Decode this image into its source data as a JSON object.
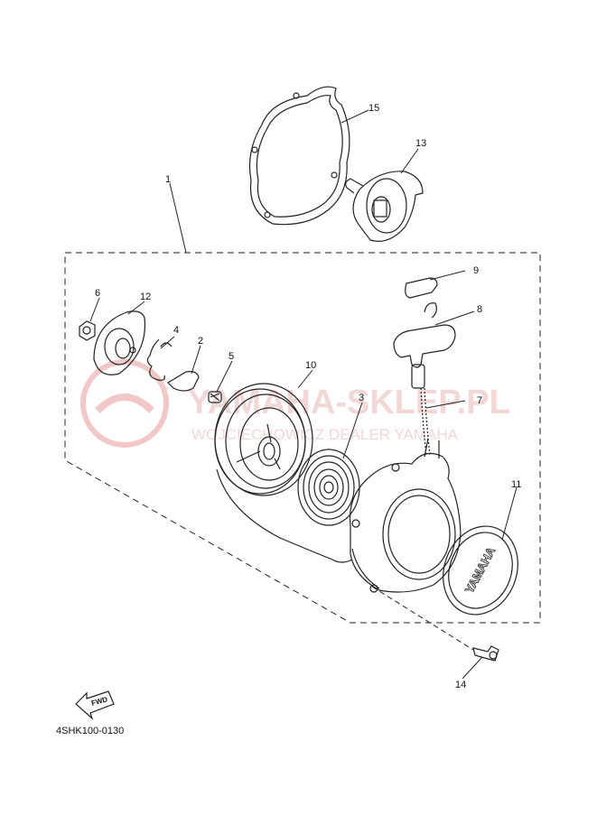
{
  "diagram": {
    "code": "4SHK100-0130",
    "fwd_label": "FWD",
    "watermark": {
      "line1": "YAMAHA-SKLEP.PL",
      "line2": "WOJCIECHOWICZ DEALER YAMAHA"
    },
    "callouts": [
      "1",
      "2",
      "3",
      "4",
      "5",
      "6",
      "7",
      "8",
      "9",
      "10",
      "11",
      "12",
      "13",
      "14",
      "15"
    ],
    "cover_logo": "YAMAHA"
  }
}
